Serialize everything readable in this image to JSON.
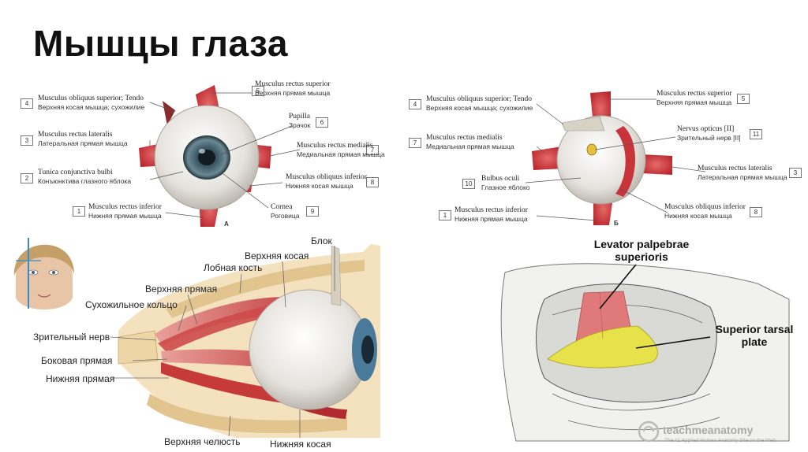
{
  "title": "Мышцы глаза",
  "figA": {
    "letter": "A",
    "labels": [
      {
        "n": "5",
        "la": "Musculus rectus superior",
        "ru": "Верхняя прямая мышца"
      },
      {
        "n": "4",
        "la": "Musculus obliquus superior; Tendo",
        "ru": "Верхняя косая мышца; сухожилие"
      },
      {
        "n": "6",
        "la": "Pupilla",
        "ru": "Зрачок"
      },
      {
        "n": "3",
        "la": "Musculus rectus lateralis",
        "ru": "Латеральная прямая мышца"
      },
      {
        "n": "7",
        "la": "Musculus rectus medialis",
        "ru": "Медиальная прямая мышца"
      },
      {
        "n": "2",
        "la": "Tunica conjunctiva bulbi",
        "ru": "Конъюнктива глазного яблока"
      },
      {
        "n": "8",
        "la": "Musculus obliquus inferior",
        "ru": "Нижняя косая мышца"
      },
      {
        "n": "1",
        "la": "Musculus rectus inferior",
        "ru": "Нижняя прямая мышца"
      },
      {
        "n": "9",
        "la": "Cornea",
        "ru": "Роговица"
      }
    ]
  },
  "figB": {
    "letter": "Б",
    "labels": [
      {
        "n": "5",
        "la": "Musculus rectus superior",
        "ru": "Верхняя прямая мышца"
      },
      {
        "n": "4",
        "la": "Musculus obliquus superior; Tendo",
        "ru": "Верхняя косая мышца; сухожилие"
      },
      {
        "n": "11",
        "la": "Nervus opticus [II]",
        "ru": "Зрительный нерв [II]"
      },
      {
        "n": "7",
        "la": "Musculus rectus medialis",
        "ru": "Медиальная прямая мышца"
      },
      {
        "n": "3",
        "la": "Musculus rectus lateralis",
        "ru": "Латеральная прямая мышца"
      },
      {
        "n": "10",
        "la": "Bulbus oculi",
        "ru": "Глазное яблоко"
      },
      {
        "n": "8",
        "la": "Musculus obliquus inferior",
        "ru": "Нижняя косая мышца"
      },
      {
        "n": "1",
        "la": "Musculus rectus inferior",
        "ru": "Нижняя прямая мышца"
      }
    ]
  },
  "sideView": {
    "labels": [
      "Блок",
      "Верхняя косая",
      "Лобная кость",
      "Верхняя прямая",
      "Сухожильное кольцо",
      "Зрительный нерв",
      "Боковая прямая",
      "Нижняя прямая",
      "Верхняя челюсть",
      "Нижняя косая"
    ]
  },
  "tarsal": {
    "levator": "Levator palpebrae superioris",
    "tarsal_plate": "Superior tarsal plate",
    "watermark": "teachmeanatomy",
    "tagline": "The #1 Applied Human Anatomy Site on the Web."
  },
  "colors": {
    "muscle": "#c8343a",
    "tendon": "#e8e0d0",
    "bone": "#e9d2a6",
    "tarsal": "#e8e24a",
    "levator": "#e07a7a"
  }
}
